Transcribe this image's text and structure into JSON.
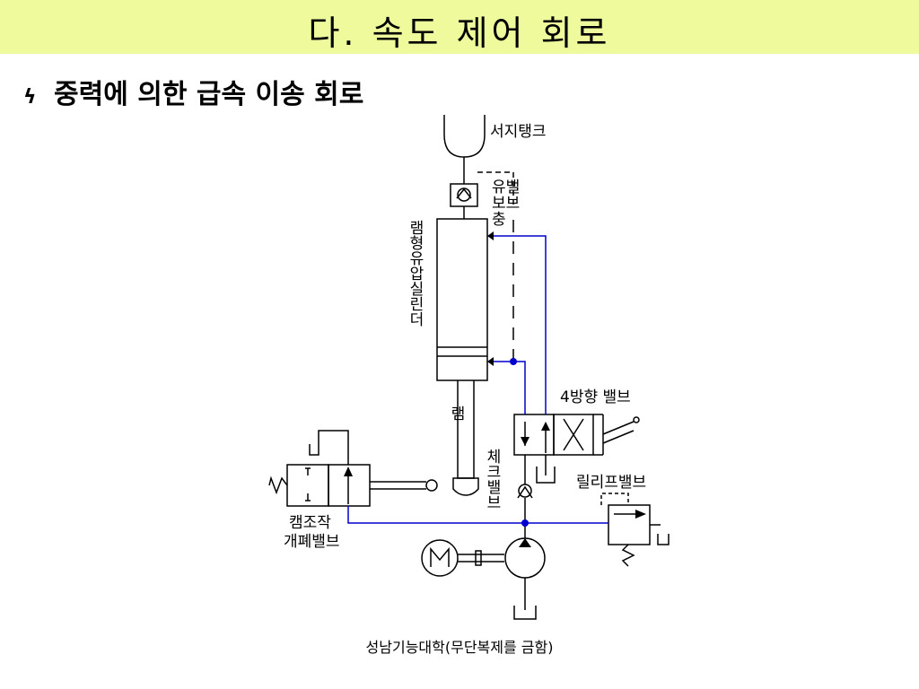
{
  "title": "다. 속도 제어 회로",
  "subtitle": "중력에 의한 급속 이송 회로",
  "bullet_icon": "lightning-bullet-icon",
  "labels": {
    "surge_tank": "서지탱크",
    "valve_col1": "유밸",
    "valve_col2": "보브",
    "valve_col3": "충",
    "ram_cylinder": "램형유압실린더",
    "ram": "램",
    "four_way_valve": "4방향 밸브",
    "check_valve": "체크밸브",
    "relief_valve": "릴리프밸브",
    "cam_valve_line1": "캠조작",
    "cam_valve_line2": "개폐밸브"
  },
  "footer": "성남기능대학(무단복제를 금함)",
  "colors": {
    "title_bg": "#eefa9c",
    "pipe_blue": "#0000cc",
    "line": "#000000"
  }
}
